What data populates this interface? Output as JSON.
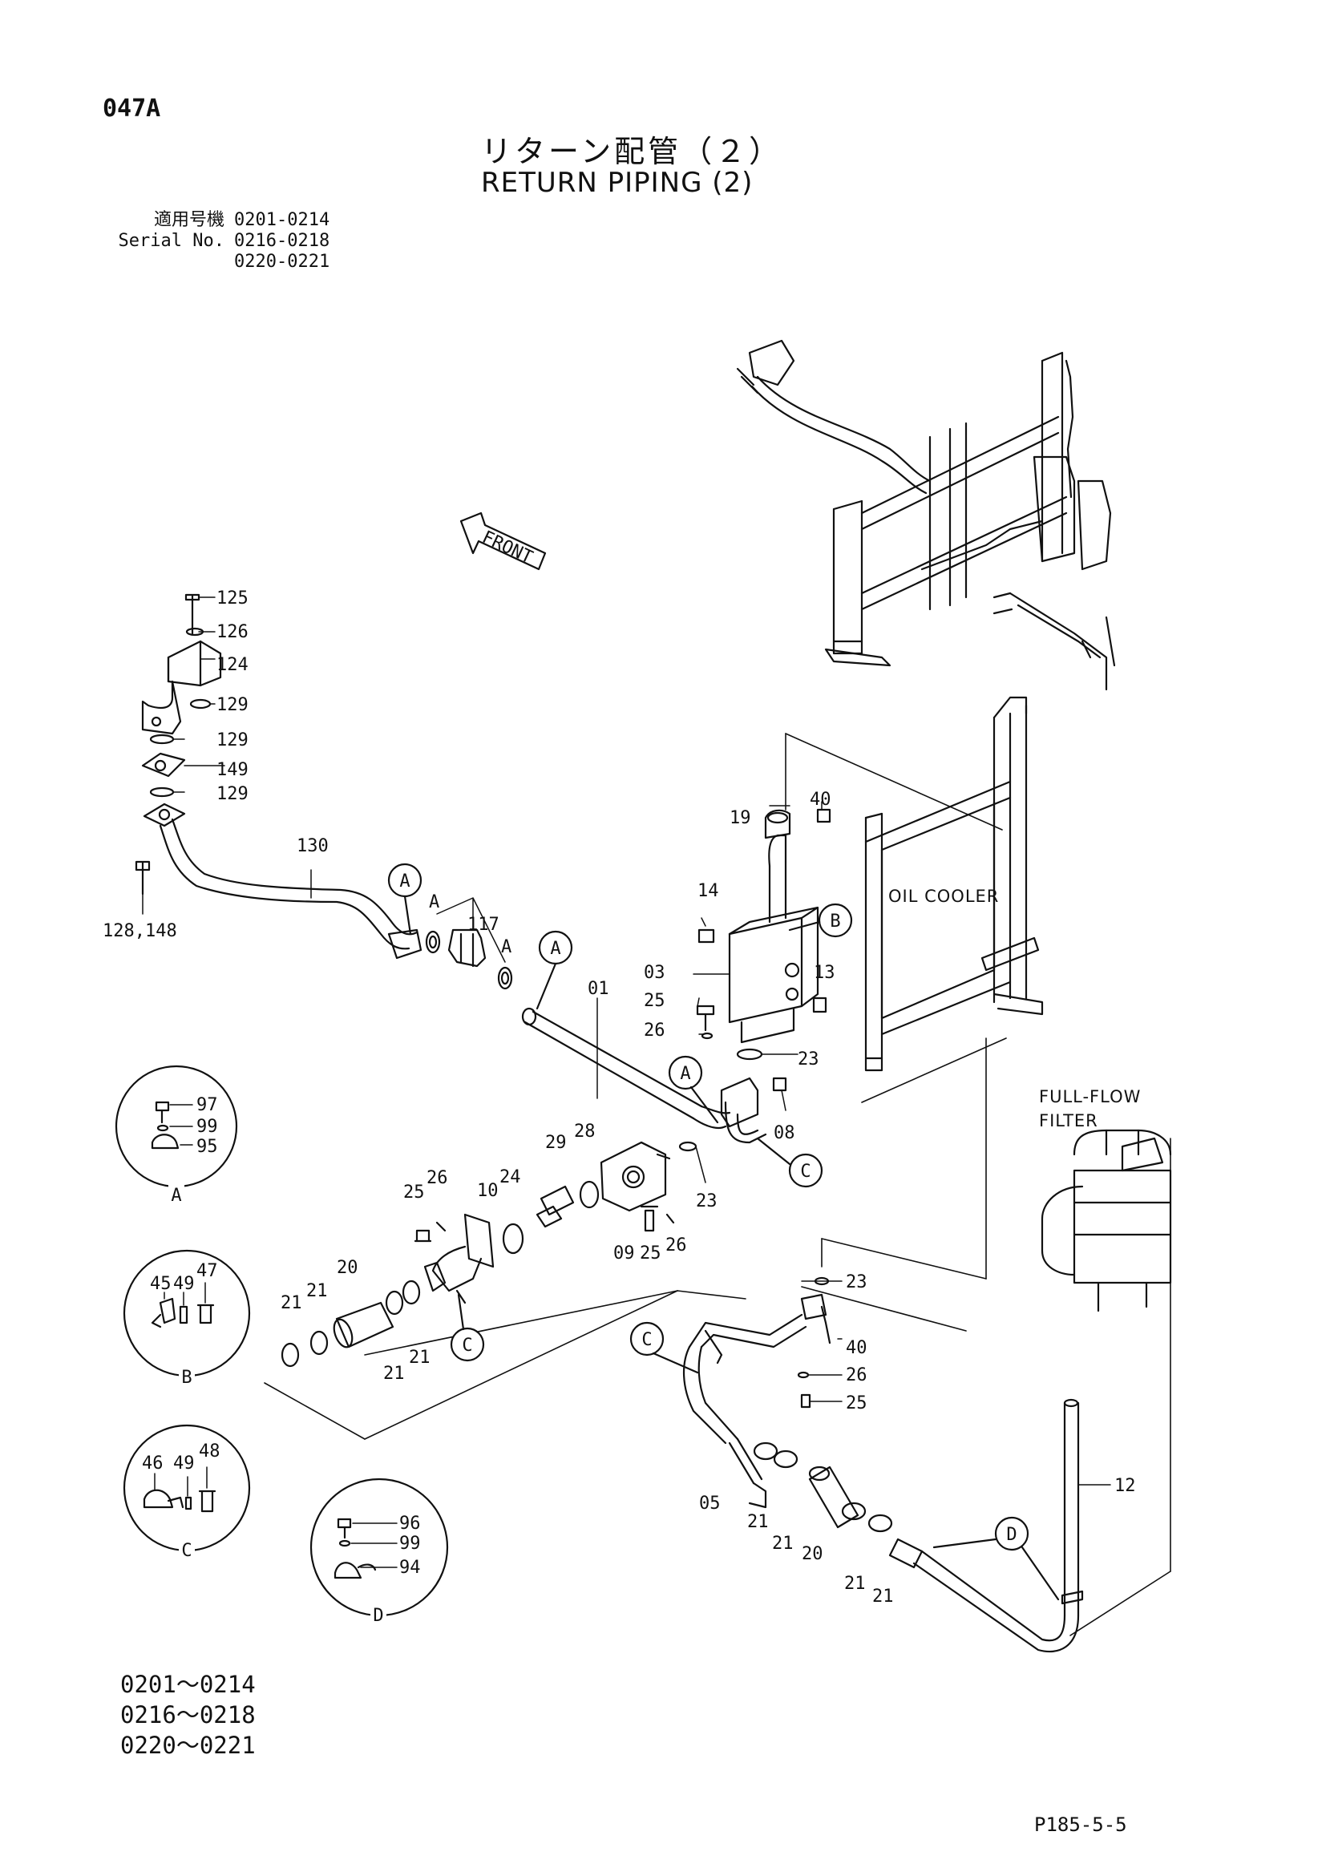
{
  "header": {
    "page_number": "047A",
    "title_jp": "リターン配管（２）",
    "title_en": "RETURN PIPING (2)",
    "serial_label_jp": "適用号機",
    "serial_label_en": "Serial No.",
    "serial_ranges": [
      "0201-0214",
      "0216-0218",
      "0220-0221"
    ]
  },
  "footer": {
    "ranges": [
      "0201～0214",
      "0216～0218",
      "0220～0221"
    ],
    "figure_ref": "P185-5-5"
  },
  "annotations": {
    "front": "FRONT",
    "oil_cooler": "OIL COOLER",
    "filter_line1": "FULL-FLOW",
    "filter_line2": "FILTER"
  },
  "detail_views": [
    {
      "letter": "A",
      "parts": [
        "97",
        "99",
        "95"
      ]
    },
    {
      "letter": "B",
      "parts": [
        "45",
        "49",
        "47"
      ]
    },
    {
      "letter": "C",
      "parts": [
        "46",
        "49",
        "48"
      ]
    },
    {
      "letter": "D",
      "parts": [
        "96",
        "99",
        "94"
      ]
    }
  ],
  "part_labels": [
    {
      "id": "p125",
      "text": "125"
    },
    {
      "id": "p126",
      "text": "126"
    },
    {
      "id": "p124",
      "text": "124"
    },
    {
      "id": "p129a",
      "text": "129"
    },
    {
      "id": "p129b",
      "text": "129"
    },
    {
      "id": "p149",
      "text": "149"
    },
    {
      "id": "p129c",
      "text": "129"
    },
    {
      "id": "p130",
      "text": "130"
    },
    {
      "id": "p128",
      "text": "128,148"
    },
    {
      "id": "p117",
      "text": "117"
    },
    {
      "id": "pA1",
      "text": "A"
    },
    {
      "id": "pA2",
      "text": "A"
    },
    {
      "id": "p01",
      "text": "01"
    },
    {
      "id": "p19",
      "text": "19"
    },
    {
      "id": "p40a",
      "text": "40"
    },
    {
      "id": "p14",
      "text": "14"
    },
    {
      "id": "p03",
      "text": "03"
    },
    {
      "id": "p13",
      "text": "13"
    },
    {
      "id": "p25a",
      "text": "25"
    },
    {
      "id": "p26a",
      "text": "26"
    },
    {
      "id": "p23a",
      "text": "23"
    },
    {
      "id": "p08",
      "text": "08"
    },
    {
      "id": "p23b",
      "text": "23"
    },
    {
      "id": "p29",
      "text": "29"
    },
    {
      "id": "p28",
      "text": "28"
    },
    {
      "id": "p24",
      "text": "24"
    },
    {
      "id": "p10",
      "text": "10"
    },
    {
      "id": "p26b",
      "text": "26"
    },
    {
      "id": "p25b",
      "text": "25"
    },
    {
      "id": "p09",
      "text": "09"
    },
    {
      "id": "p25c",
      "text": "25"
    },
    {
      "id": "p26c",
      "text": "26"
    },
    {
      "id": "p20a",
      "text": "20"
    },
    {
      "id": "p21a",
      "text": "21"
    },
    {
      "id": "p21b",
      "text": "21"
    },
    {
      "id": "p21c",
      "text": "21"
    },
    {
      "id": "p21d",
      "text": "21"
    },
    {
      "id": "p23c",
      "text": "23"
    },
    {
      "id": "p40b",
      "text": "40"
    },
    {
      "id": "p26d",
      "text": "26"
    },
    {
      "id": "p25d",
      "text": "25"
    },
    {
      "id": "p05",
      "text": "05"
    },
    {
      "id": "p21e",
      "text": "21"
    },
    {
      "id": "p21f",
      "text": "21"
    },
    {
      "id": "p20b",
      "text": "20"
    },
    {
      "id": "p21g",
      "text": "21"
    },
    {
      "id": "p21h",
      "text": "21"
    },
    {
      "id": "p12",
      "text": "12"
    }
  ],
  "callouts": [
    {
      "id": "cA1",
      "letter": "A"
    },
    {
      "id": "cA2",
      "letter": "A"
    },
    {
      "id": "cA3",
      "letter": "A"
    },
    {
      "id": "cB",
      "letter": "B"
    },
    {
      "id": "cC1",
      "letter": "C"
    },
    {
      "id": "cC2",
      "letter": "C"
    },
    {
      "id": "cC3",
      "letter": "C"
    },
    {
      "id": "cD",
      "letter": "D"
    }
  ]
}
